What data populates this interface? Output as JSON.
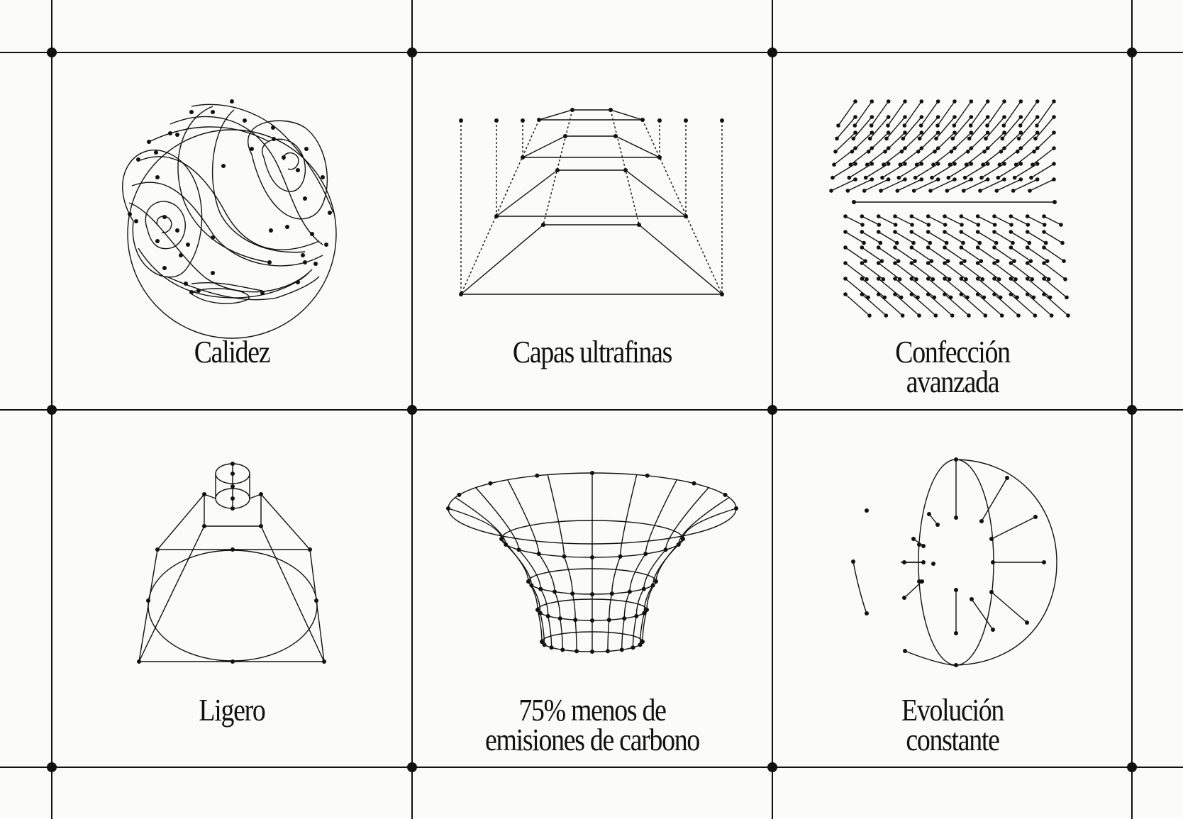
{
  "colors": {
    "background": "#fbfbf9",
    "ink": "#111111"
  },
  "features": [
    {
      "id": "warmth",
      "icon": "sphere-contours-icon",
      "label_lines": [
        "Calidez"
      ]
    },
    {
      "id": "ultrathin-layers",
      "icon": "stacked-layers-icon",
      "label_lines": [
        "Capas ultrafinas"
      ]
    },
    {
      "id": "advanced-construction",
      "icon": "line-field-icon",
      "label_lines": [
        "Confección",
        "avanzada"
      ]
    },
    {
      "id": "lightweight",
      "icon": "cone-cylinder-icon",
      "label_lines": [
        "Ligero"
      ]
    },
    {
      "id": "carbon",
      "icon": "funnel-mesh-icon",
      "label_lines": [
        "75% menos de",
        "emisiones de carbono"
      ]
    },
    {
      "id": "evolution",
      "icon": "radial-evolution-icon",
      "label_lines": [
        "Evolución",
        "constante"
      ]
    }
  ]
}
